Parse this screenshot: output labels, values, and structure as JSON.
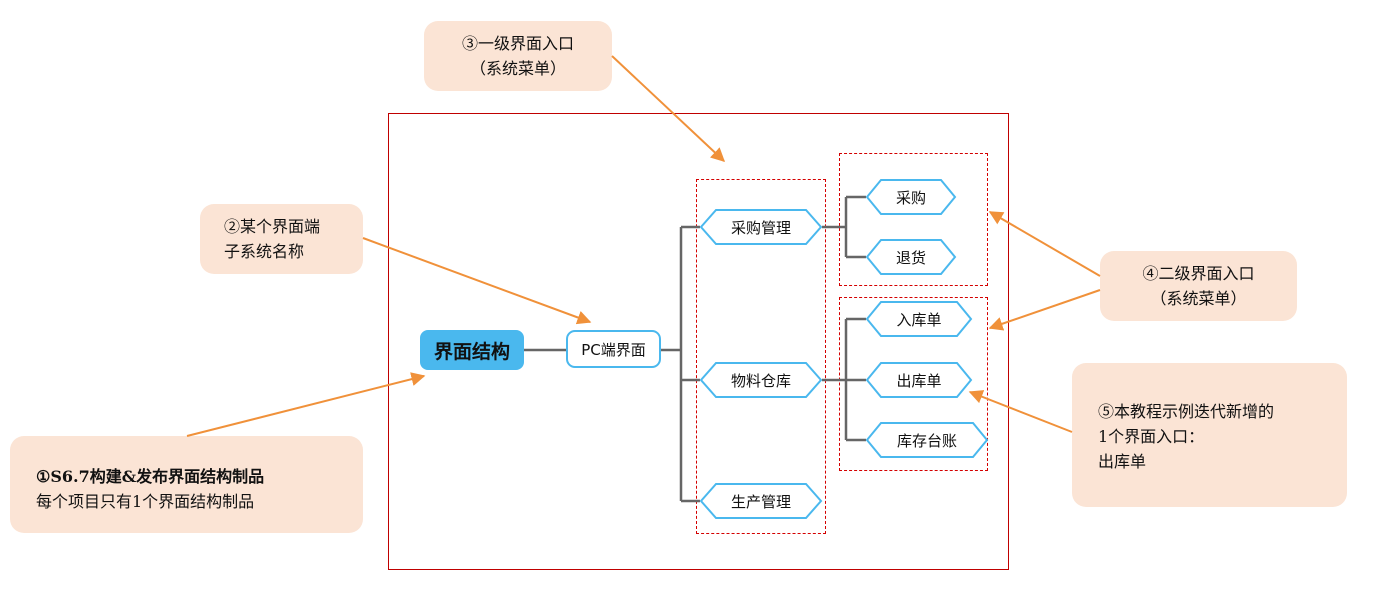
{
  "diagram": {
    "root": "界面结构",
    "pc": "PC端界面",
    "level1": [
      {
        "id": "purchase",
        "label": "采购管理"
      },
      {
        "id": "warehouse",
        "label": "物料仓库"
      },
      {
        "id": "production",
        "label": "生产管理"
      }
    ],
    "level2": [
      {
        "id": "buy",
        "label": "采购"
      },
      {
        "id": "return",
        "label": "退货"
      },
      {
        "id": "in",
        "label": "入库单"
      },
      {
        "id": "out",
        "label": "出库单"
      },
      {
        "id": "ledger",
        "label": "库存台账"
      }
    ]
  },
  "notes": {
    "n1": {
      "line1": "①S6.7构建&发布界面结构制品",
      "line2": "每个项目只有1个界面结构制品"
    },
    "n2": {
      "line1": "②某个界面端",
      "line2": "子系统名称"
    },
    "n3": {
      "line1": "③一级界面入口",
      "line2": "（系统菜单）"
    },
    "n4": {
      "line1": "④二级界面入口",
      "line2": "（系统菜单）"
    },
    "n5": {
      "line1": "⑤本教程示例迭代新增的",
      "line2": "1个界面入口：",
      "line3": "出库单"
    }
  },
  "colors": {
    "node_border": "#4ab8ee",
    "root_fill": "#4ab8ee",
    "connector": "#666666",
    "frame": "#c00000",
    "dashed": "#d40000",
    "arrow": "#f0913a",
    "note_fill": "#fbe4d5"
  }
}
